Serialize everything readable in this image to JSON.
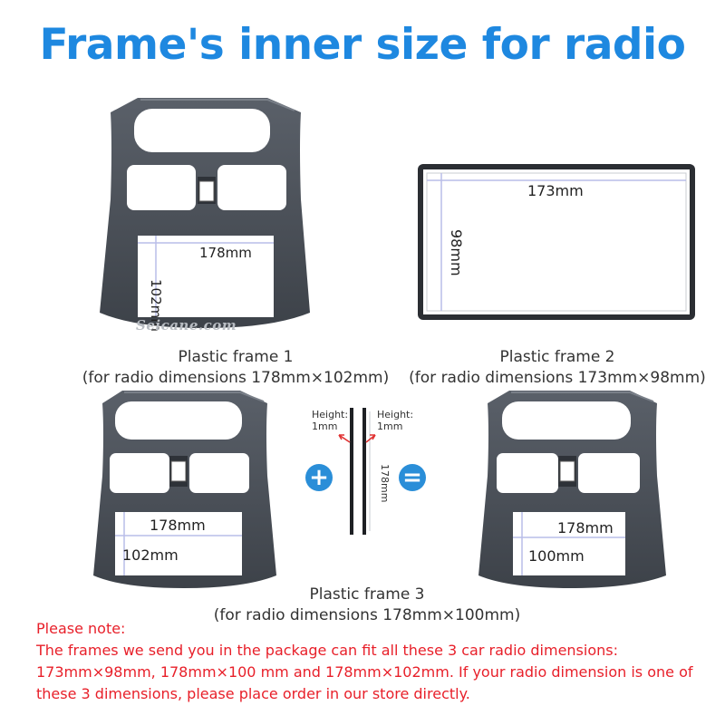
{
  "title": "Frame's inner size for radio",
  "watermark": "Seicane.com",
  "colors": {
    "title": "#1e88e0",
    "note": "#e8202a",
    "frame": "#4a4f57",
    "badge": "#2a8ed8"
  },
  "frame1": {
    "width_label": "178mm",
    "height_label": "102mm",
    "caption_name": "Plastic frame 1",
    "caption_dims": "(for radio dimensions 178mm×102mm)"
  },
  "frame2": {
    "width_label": "173mm",
    "height_label": "98mm",
    "caption_name": "Plastic frame 2",
    "caption_dims": "(for radio dimensions 173mm×98mm)"
  },
  "frame3": {
    "left": {
      "width_label": "178mm",
      "height_label": "102mm"
    },
    "strips": {
      "left_label": "Height:",
      "left_value": "1mm",
      "right_label": "Height:",
      "right_value": "1mm",
      "length_label": "178mm"
    },
    "plus_symbol": "+",
    "equals_symbol": "=",
    "right": {
      "width_label": "178mm",
      "height_label": "100mm"
    },
    "caption_name": "Plastic frame 3",
    "caption_dims": "(for radio dimensions 178mm×100mm)"
  },
  "note": {
    "heading": "Please note:",
    "line1": "The frames we send you in the package can fit all these 3 car radio dimensions:",
    "line2": "173mm×98mm,  178mm×100 mm and  178mm×102mm. If your radio dimension is one of",
    "line3": "these 3 dimensions, please place order in our store directly."
  }
}
